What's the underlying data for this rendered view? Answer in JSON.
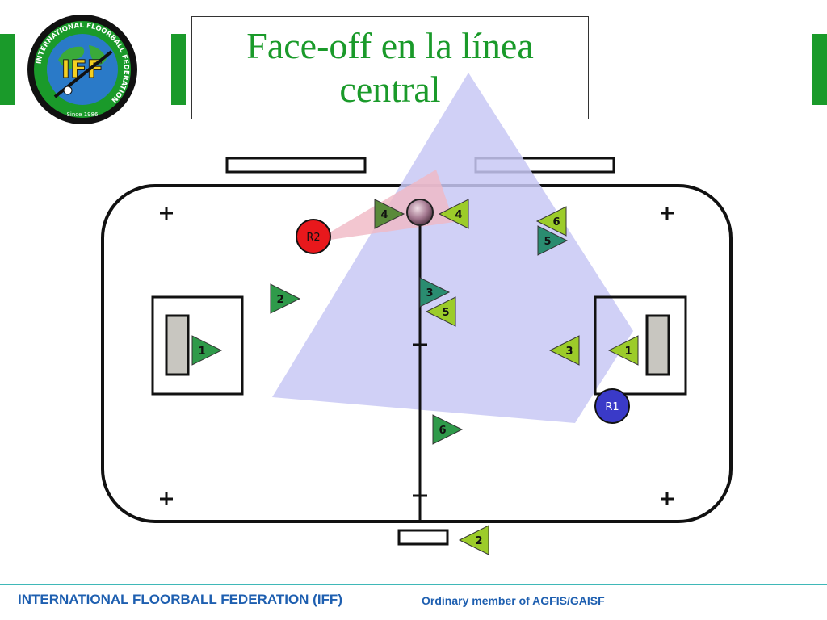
{
  "header": {
    "title": "Face-off en la línea central",
    "logo": {
      "ring_text": "INTERNATIONAL FLOORBALL FEDERATION",
      "center_text": "IFF",
      "since_text": "Since 1986"
    }
  },
  "footer": {
    "federation": "INTERNATIONAL FLOORBALL FEDERATION (IFF)",
    "membership": "Ordinary member of AGFIS/GAISF"
  },
  "diagram": {
    "referees": [
      {
        "id": "r2",
        "label": "R2",
        "color": "#e8181c"
      },
      {
        "id": "r1",
        "label": "R1",
        "color": "#3a3ac8"
      }
    ],
    "players": [
      {
        "id": "left-4",
        "label": "4",
        "team": "dark"
      },
      {
        "id": "right-4",
        "label": "4",
        "team": "light"
      },
      {
        "id": "right-6",
        "label": "6",
        "team": "light"
      },
      {
        "id": "left-5-top",
        "label": "5",
        "team": "teal"
      },
      {
        "id": "left-2",
        "label": "2",
        "team": "dark"
      },
      {
        "id": "left-3",
        "label": "3",
        "team": "teal"
      },
      {
        "id": "right-5",
        "label": "5",
        "team": "light"
      },
      {
        "id": "left-1",
        "label": "1",
        "team": "dark"
      },
      {
        "id": "right-3",
        "label": "3",
        "team": "light"
      },
      {
        "id": "right-1",
        "label": "1",
        "team": "light"
      },
      {
        "id": "left-6",
        "label": "6",
        "team": "dark"
      },
      {
        "id": "right-2",
        "label": "2",
        "team": "light"
      }
    ],
    "colors": {
      "dark": "#2f9a4a",
      "teal": "#2a8c70",
      "light": "#9ccc2a",
      "mid_olive": "#5a8a3a",
      "referee_zone_blue": "#c8c8f4",
      "referee_zone_red": "#f0b8c4",
      "field_line": "#111111"
    }
  }
}
